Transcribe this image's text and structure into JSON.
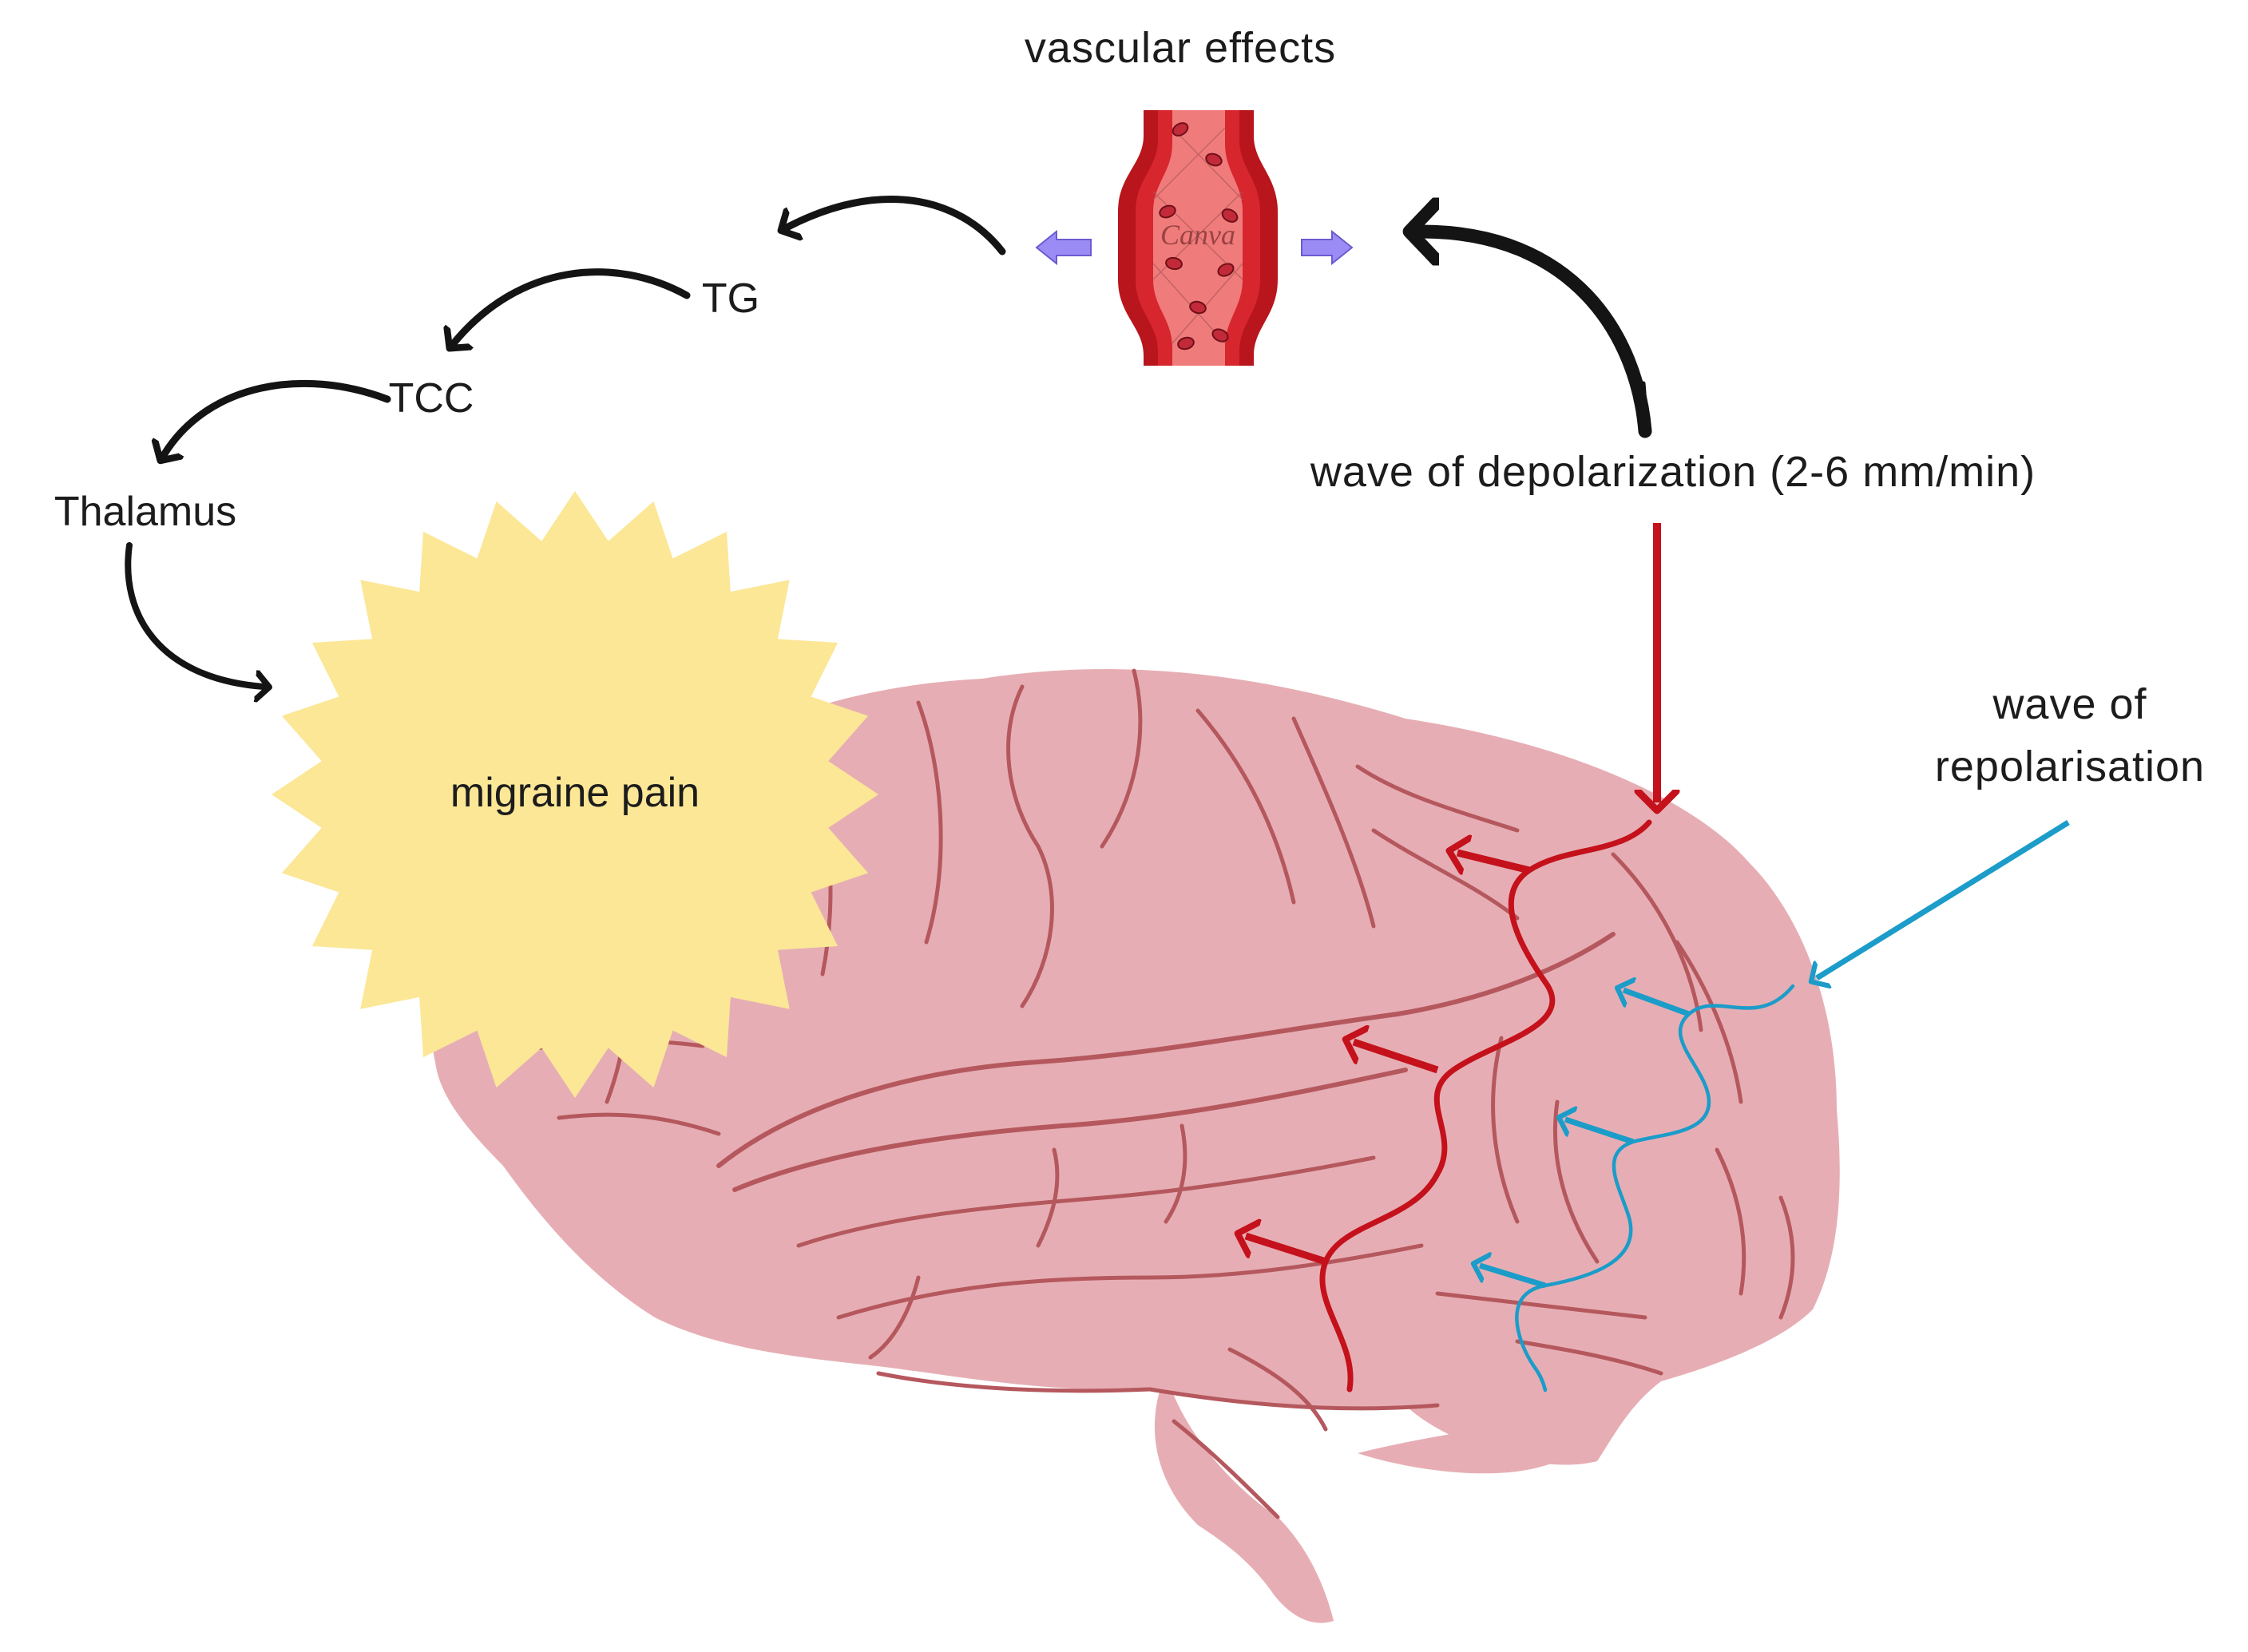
{
  "labels": {
    "vascular_effects": "vascular effects",
    "tg": "TG",
    "tcc": "TCC",
    "thalamus": "Thalamus",
    "migraine_pain": "migraine pain",
    "depolarization": "wave of depolarization (2-6 mm/min)",
    "repolarisation_line1": "wave of",
    "repolarisation_line2": "repolarisation"
  },
  "vessel_watermark": "Canva",
  "colors": {
    "brain_fill": "#e6aeb4",
    "brain_sulcus": "#b5585e",
    "depolarization_red": "#c4111b",
    "repolarisation_blue": "#1b9cc9",
    "pain_star_fill": "#fbe796",
    "vessel_outer": "#b8151d",
    "vessel_lumen": "#f07b7b",
    "vessel_arrow": "#9b8cf5",
    "arrow_black": "#141414"
  },
  "icons": [
    "blood-vessel-icon",
    "pain-burst-icon",
    "brain-icon"
  ]
}
